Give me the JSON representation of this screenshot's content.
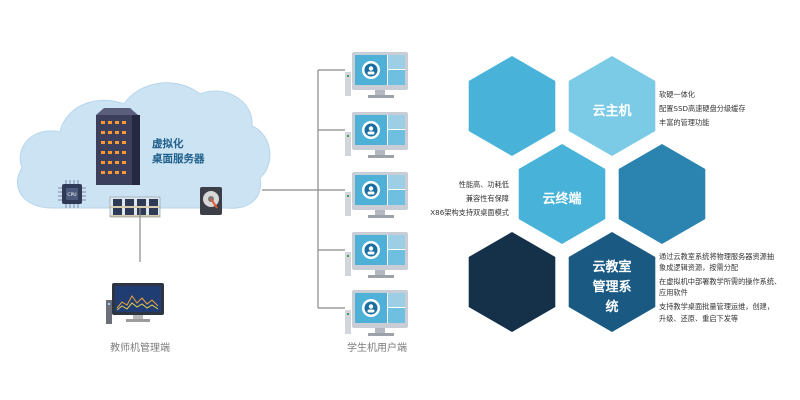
{
  "server": {
    "title_line1": "虚拟化",
    "title_line2": "桌面服务器"
  },
  "teacher": {
    "label": "教师机管理端"
  },
  "students": {
    "label": "学生机用户端"
  },
  "cloud_host": {
    "label": "云主机",
    "features": [
      "软硬一体化",
      "配置SSD高速硬盘分级缓存",
      "丰富的管理功能"
    ]
  },
  "cloud_terminal": {
    "label": "云终端",
    "features": [
      "性能高、功耗低",
      "兼容性有保障",
      "X86架构支持双桌面模式"
    ]
  },
  "classroom_system": {
    "label_line1": "云教室",
    "label_line2": "管理系",
    "label_line3": "统",
    "features": [
      "通过云教室系统将物理服务器资源抽",
      "象成逻辑资源，按需分配",
      "在虚拟机中部署教学所需的操作系统、",
      "应用软件",
      "支持教学桌面批量管理运维，创建，",
      "升级、还原、重启下发等"
    ]
  },
  "colors": {
    "hex_light": "#48b2d8",
    "hex_pale": "#7ccbe6",
    "hex_mid": "#2b84b0",
    "hex_dark": "#1a5a82",
    "hex_navy": "#153049",
    "cloud_fill": "#cbe3f3",
    "line": "#8a8a8a"
  }
}
